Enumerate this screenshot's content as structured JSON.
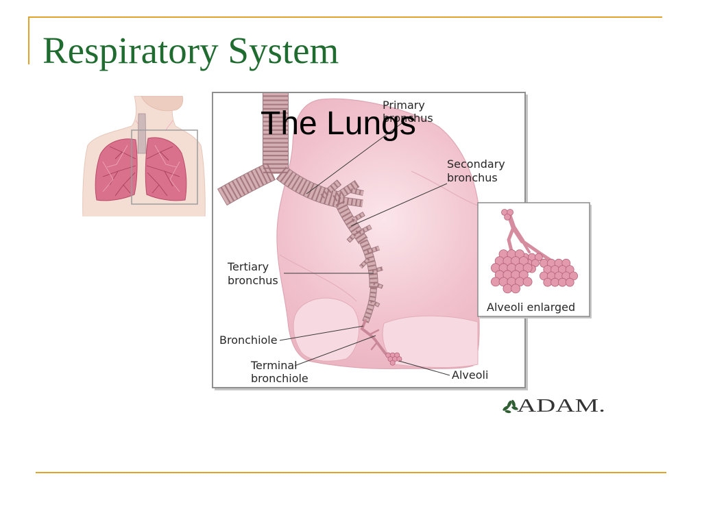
{
  "slide": {
    "title": "Respiratory System",
    "colors": {
      "title": "#1F6B30",
      "accent_rule": "#E0A42B",
      "background": "#FFFFFF"
    }
  },
  "thumbnail": {
    "icon": "torso-lungs-illustration"
  },
  "diagram": {
    "title": "The Lungs",
    "labels": {
      "primary_bronchus": [
        "Primary",
        "bronchus"
      ],
      "secondary_bronchus": [
        "Secondary",
        "bronchus"
      ],
      "tertiary_bronchus": [
        "Tertiary",
        "bronchus"
      ],
      "bronchiole": [
        "Bronchiole"
      ],
      "terminal_bronchiole": [
        "Terminal",
        "bronchiole"
      ],
      "alveoli": [
        "Alveoli"
      ]
    },
    "inset": {
      "caption": "Alveoli enlarged",
      "icon": "alveoli-cluster-illustration"
    },
    "colors": {
      "lung": "#F1C3CE",
      "airway": "#D3AEB3",
      "alveoli": "#E39AAD"
    }
  },
  "logo": {
    "text": "ADAM.",
    "icon": "leaf-icon"
  }
}
